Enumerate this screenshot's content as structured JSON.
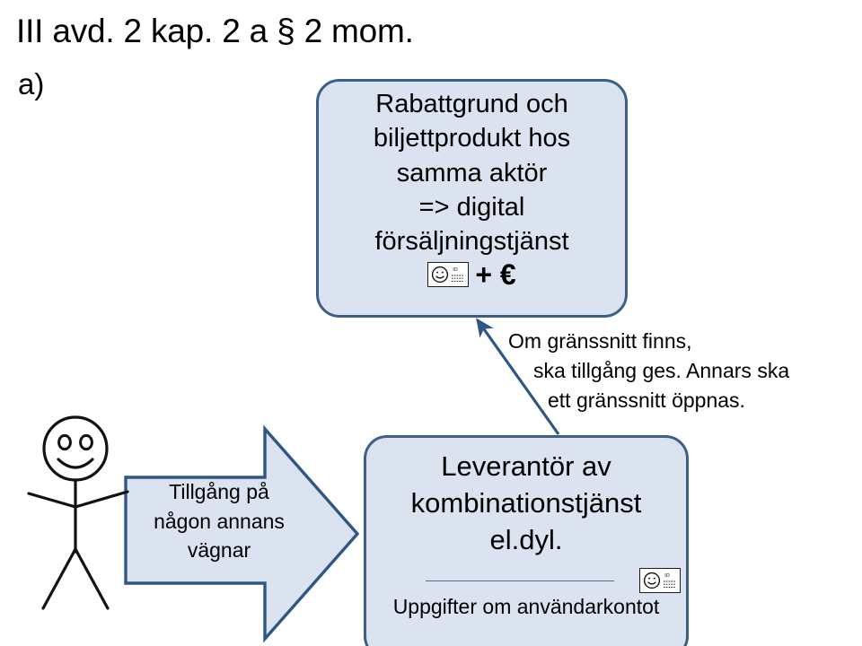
{
  "slide": {
    "title": "III avd. 2 kap. 2 a § 2 mom.",
    "subtitle": "a)",
    "background_color": "#ffffff"
  },
  "theme": {
    "box_fill": "#dbe2f0",
    "box_border": "#3c5f86",
    "arrow_fill": "#dbe2f0",
    "arrow_border": "#2e5783",
    "connector_color": "#2e5783",
    "text_color": "#000000",
    "divider_color": "#4a6f94"
  },
  "top_box": {
    "name": "digital-sales-service-box",
    "lines": [
      "Rabattgrund och",
      "biljettprodukt hos",
      "samma aktör",
      "=> digital",
      "försäljningstjänst"
    ],
    "badge_icon": "id-card-icon",
    "plus_euro": "+ €"
  },
  "bottom_box": {
    "name": "combination-service-provider-box",
    "lines": [
      "Leverantör av",
      "kombinationstjänst",
      "el.dyl."
    ],
    "badge_icon": "id-card-icon",
    "caption": "Uppgifter om användarkontot"
  },
  "annotation": {
    "name": "interface-condition-note",
    "lines": [
      "Om gränssnitt finns,",
      "ska tillgång ges. Annars ska",
      "ett gränssnitt öppnas."
    ]
  },
  "block_arrow": {
    "name": "access-on-behalf-arrow",
    "label_lines": [
      "Tillgång på",
      "någon annans",
      "vägnar"
    ]
  },
  "actor": {
    "name": "stick-figure-user",
    "icon": "stick-figure-smiley-icon"
  },
  "connector": {
    "name": "interface-connector-arrow",
    "icon": "arrow-up-left-icon"
  }
}
